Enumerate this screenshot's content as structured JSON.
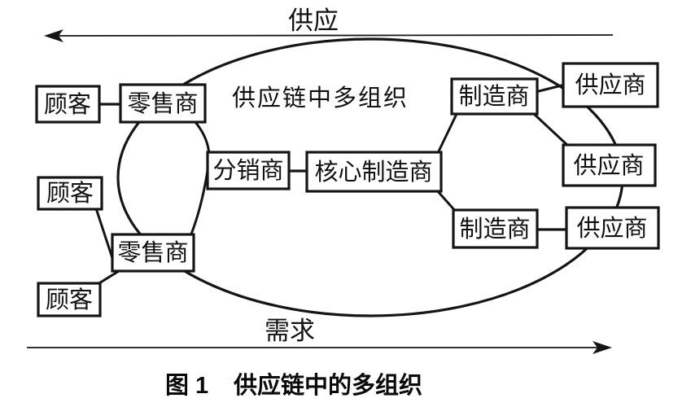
{
  "figure": {
    "supply_label": "供应",
    "demand_label": "需求",
    "inner_label": "供应链中多组织",
    "caption_prefix": "图 1",
    "caption_title": "供应链中的多组织"
  },
  "nodes": {
    "customer_top": {
      "label": "顾客"
    },
    "retailer_top": {
      "label": "零售商"
    },
    "customer_mid": {
      "label": "顾客"
    },
    "retailer_bottom": {
      "label": "零售商"
    },
    "customer_bottom": {
      "label": "顾客"
    },
    "distributor": {
      "label": "分销商"
    },
    "core_manufacturer": {
      "label": "核心制造商"
    },
    "manufacturer_top": {
      "label": "制造商"
    },
    "manufacturer_bottom": {
      "label": "制造商"
    },
    "supplier_top": {
      "label": "供应商"
    },
    "supplier_mid": {
      "label": "供应商"
    },
    "supplier_bottom": {
      "label": "供应商"
    }
  },
  "colors": {
    "ink": "#151515",
    "background": "#ffffff"
  }
}
